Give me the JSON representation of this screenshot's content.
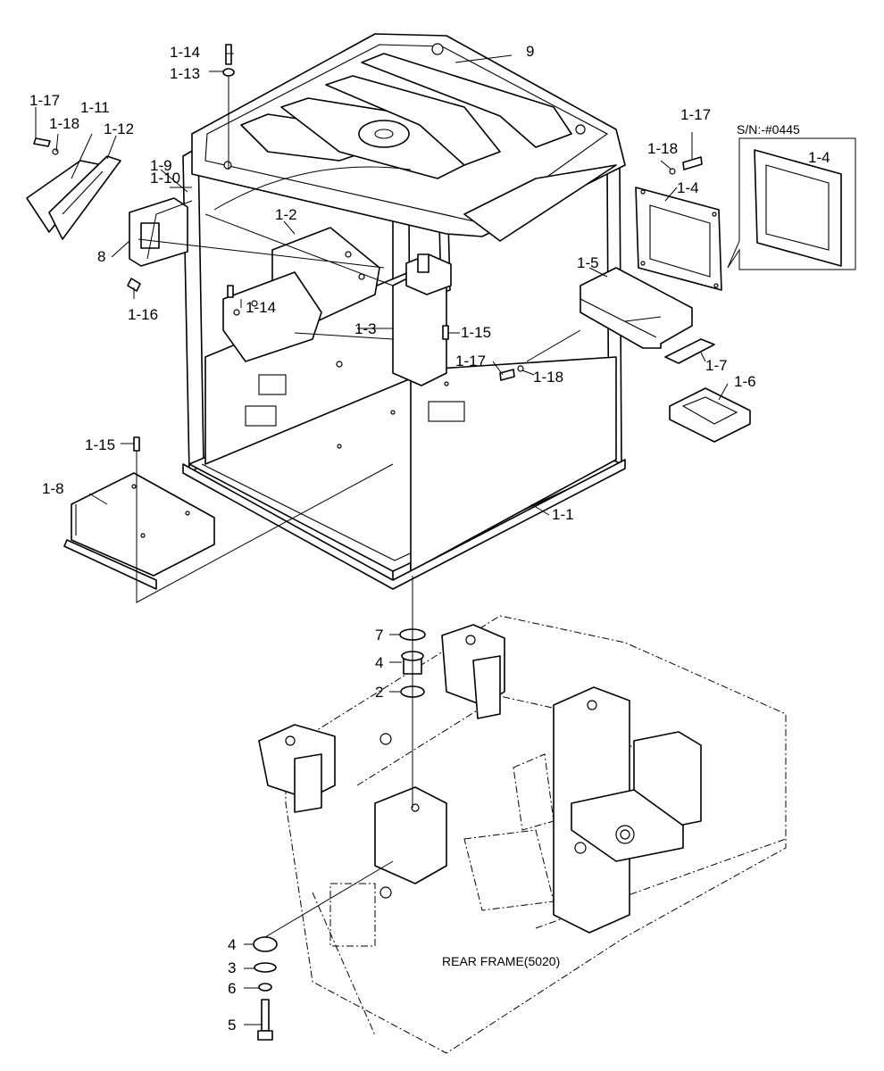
{
  "diagram": {
    "callouts": {
      "c_9": "9",
      "c_1_14_top": "1-14",
      "c_1_13": "1-13",
      "c_1_17_left": "1-17",
      "c_1_18_left": "1-18",
      "c_1_11": "1-11",
      "c_1_12": "1-12",
      "c_1_9": "1-9",
      "c_1_10": "1-10",
      "c_8": "8",
      "c_1_16": "1-16",
      "c_1_2": "1-2",
      "c_1_14_mid": "1-14",
      "c_1_3": "1-3",
      "c_1_15_mid": "1-15",
      "c_1_17_mid": "1-17",
      "c_1_18_mid": "1-18",
      "c_1_17_right": "1-17",
      "c_1_18_right": "1-18",
      "c_1_4": "1-4",
      "c_1_4_inset": "1-4",
      "c_1_5": "1-5",
      "c_1_7": "1-7",
      "c_1_6": "1-6",
      "c_1_15_left": "1-15",
      "c_1_8": "1-8",
      "c_1_1": "1-1",
      "c_7": "7",
      "c_4_top": "4",
      "c_2": "2",
      "c_4_bottom": "4",
      "c_3": "3",
      "c_6": "6",
      "c_5": "5"
    },
    "inset_note": "S/N:-#0445",
    "frame_label": "REAR FRAME(5020)"
  }
}
